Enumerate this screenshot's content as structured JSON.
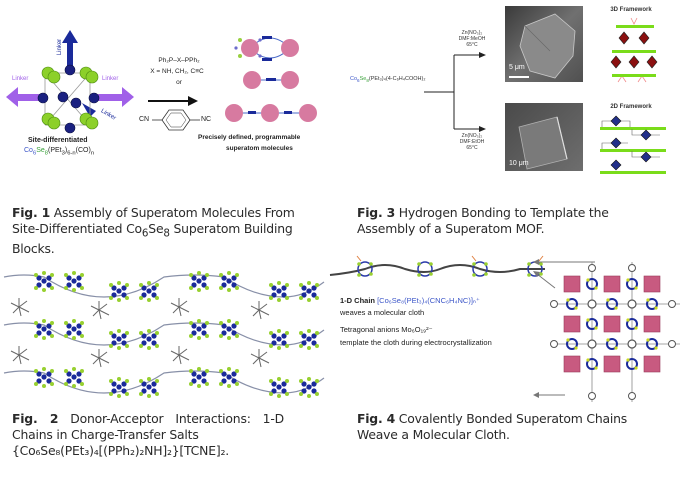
{
  "figures": [
    {
      "id": "fig1",
      "caption_label": "Fig. 1",
      "caption_text": " Assembly of Superatom Molecules From Site-Differentiated ",
      "caption_formula_parts": [
        [
          "Co",
          ""
        ],
        [
          "6",
          "sub"
        ],
        [
          "Se",
          ""
        ],
        [
          "8",
          "sub"
        ]
      ],
      "caption_tail": " Superatom Building Blocks.",
      "graphic": {
        "linker_label": "Linker",
        "cluster_title": "Site-differentiated",
        "cluster_formula_co": "Co",
        "cluster_formula_co_sub": "6",
        "cluster_formula_se": "Se",
        "cluster_formula_se_sub": "8",
        "cluster_formula_rest": "(PEt",
        "cluster_formula_rest2": "3",
        "cluster_formula_rest3": ")",
        "cluster_formula_rest4": "6-n",
        "cluster_formula_rest5": "(CO)",
        "cluster_formula_rest6": "n",
        "reagent_line1": "Ph₂P–X–PPh₂",
        "reagent_line2": "X = NH, CH₂, C≡C",
        "reagent_or": "or",
        "isocyanide_left": "CN",
        "isocyanide_right": "NC",
        "product_line1": "Precisely defined, programmable",
        "product_line2": "superatom molecules"
      }
    },
    {
      "id": "fig3",
      "caption_label": "Fig. 3",
      "caption_text": " Hydrogen Bonding to Template the Assembly of a Superatom MOF.",
      "graphic": {
        "precursor_co": "Co",
        "precursor_co_sub": "6",
        "precursor_se": "Se",
        "precursor_se_sub": "8",
        "precursor_rest": "(PEt₃)₄(4-C₆H₄COOH)₂",
        "top_conditions": [
          "Zn(NO₃)₂",
          "DMF:MeOH",
          "65°C"
        ],
        "bottom_conditions": [
          "Zn(NO₃)₂",
          "DMF:EtOH",
          "65°C"
        ],
        "top_scale": "5 μm",
        "bottom_scale": "10 μm",
        "framework_3d": "3D Framework",
        "framework_2d": "2D Framework"
      }
    },
    {
      "id": "fig2",
      "caption_label": "Fig. 2",
      "caption_text": " Donor-Acceptor Interactions: 1-D Chains in Charge-Transfer Salts",
      "caption_formula": "{Co₆Se₈(PEt₃)₄[(PPh₂)₂NH]₂}[TCNE]₂."
    },
    {
      "id": "fig4",
      "caption_label": "Fig. 4",
      "caption_text": " Covalently Bonded Superatom Chains Weave a Molecular Cloth.",
      "graphic": {
        "chain_bold": "1-D Chain ",
        "chain_formula": "[Co₆Se₈(PEt₃)₄(CNC₆H₄NC)]ₙ⁺",
        "chain_desc": "weaves a molecular cloth",
        "anion_line1": "Tetragonal anions Mo₆O₁₉²⁻",
        "anion_line2": "template the cloth during electrocrystallization"
      }
    }
  ]
}
